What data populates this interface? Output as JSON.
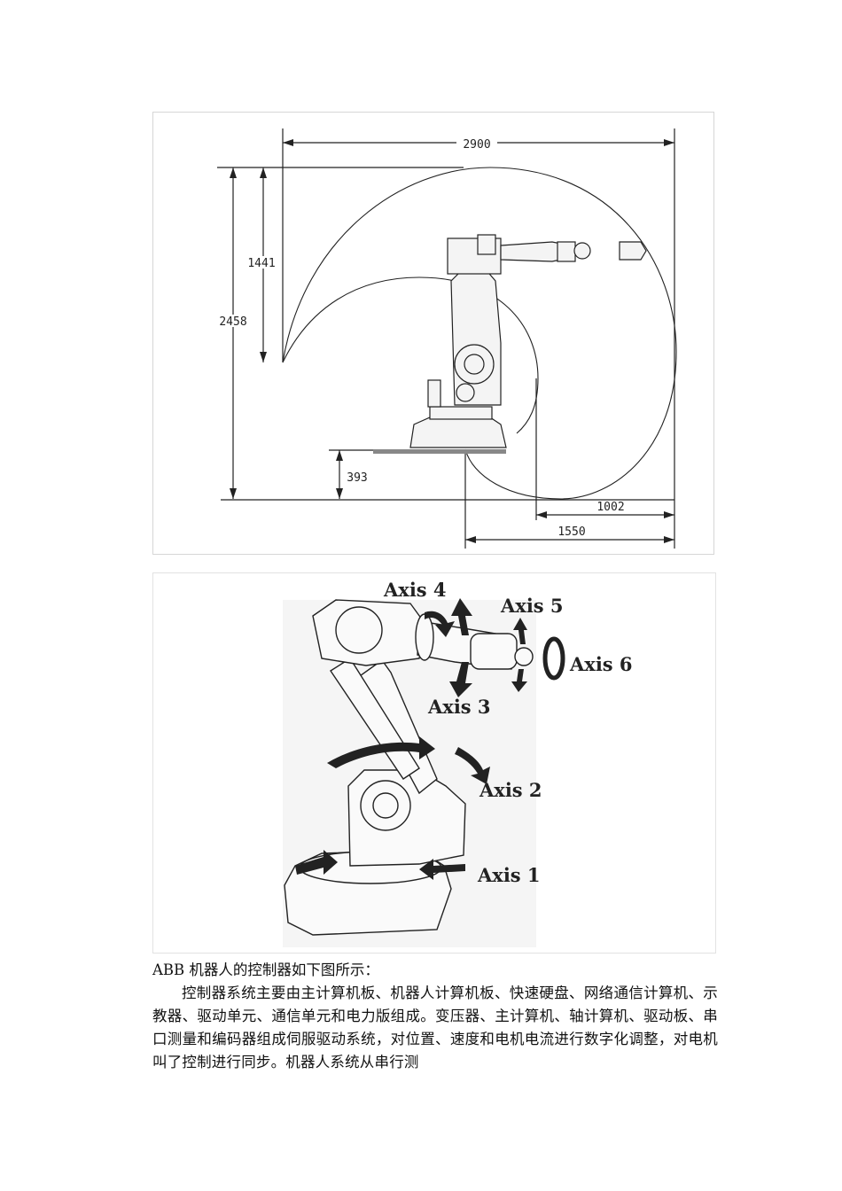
{
  "figure1": {
    "dimensions": {
      "top_width": "2900",
      "reach_height": "1441",
      "total_height": "2458",
      "base_height": "393",
      "inner_radius": "1002",
      "outer_reach": "1550"
    }
  },
  "figure2": {
    "axes": {
      "axis1": "Axis 1",
      "axis2": "Axis 2",
      "axis3": "Axis 3",
      "axis4": "Axis 4",
      "axis5": "Axis 5",
      "axis6": "Axis 6"
    }
  },
  "text": {
    "caption": "ABB 机器人的控制器如下图所示：",
    "paragraph": "控制器系统主要由主计算机板、机器人计算机板、快速硬盘、网络通信计算机、示教器、驱动单元、通信单元和电力版组成。变压器、主计算机、轴计算机、驱动板、串口测量和编码器组成伺服驱动系统，对位置、速度和电机电流进行数字化调整，对电机叫了控制进行同步。机器人系统从串行测"
  }
}
